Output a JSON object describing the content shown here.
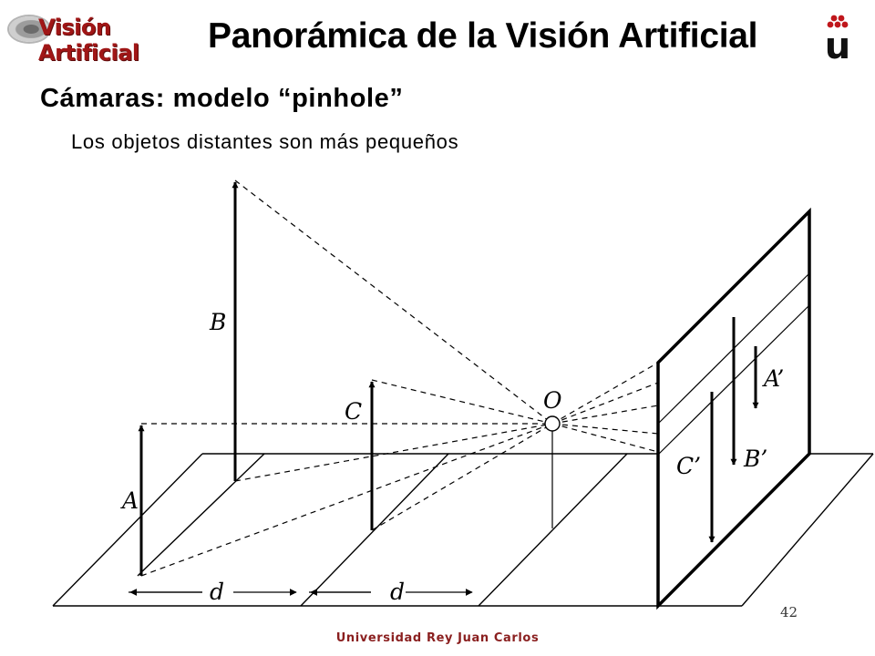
{
  "header": {
    "logo_text": "Visión Artificial",
    "title": "Panorámica de la Visión Artificial",
    "university_mark_letter": "u",
    "university_mark_icon": "urjc-dots-logo-icon"
  },
  "slide": {
    "subtitle": "Cámaras: modelo “pinhole”",
    "bullet": "Los objetos distantes son más pequeños"
  },
  "diagram": {
    "labels": {
      "A": "A",
      "B": "B",
      "C": "C",
      "O": "O",
      "A_prime": "A’",
      "B_prime": "B’",
      "C_prime": "C’",
      "d1": "d",
      "d2": "d"
    }
  },
  "footer": {
    "page_number": "42",
    "university": "Universidad Rey Juan Carlos"
  },
  "colors": {
    "brand_red": "#a01616",
    "dot_red": "#c0171c",
    "footer_red": "#8a1f1f"
  }
}
